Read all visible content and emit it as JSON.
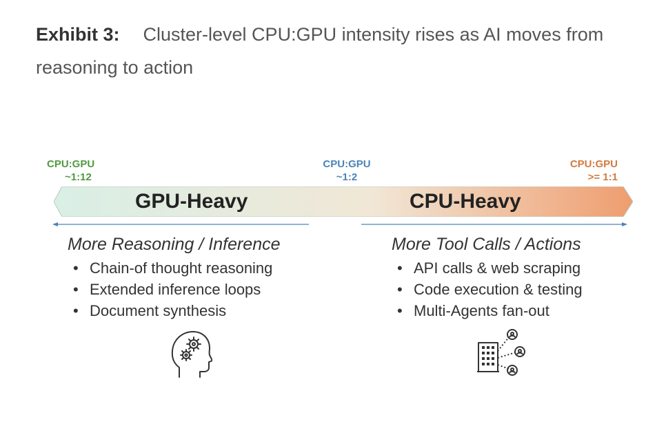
{
  "title": {
    "exhibit": "Exhibit 3:",
    "text": "Cluster-level CPU:GPU intensity rises as AI moves from reasoning to action"
  },
  "ratios": {
    "left": {
      "label": "CPU:GPU",
      "value": "~1:12",
      "color": "#4f9a3f"
    },
    "middle": {
      "label": "CPU:GPU",
      "value": "~1:2",
      "color": "#4a84b8"
    },
    "right": {
      "label": "CPU:GPU",
      "value": ">= 1:1",
      "color": "#d07a3e"
    }
  },
  "band": {
    "left_label": "GPU-Heavy",
    "right_label": "CPU-Heavy",
    "colors": {
      "start": "#d9efe6",
      "middle": "#f1e7d6",
      "end": "#ef9d6f"
    }
  },
  "columns": {
    "left": {
      "heading": "More Reasoning / Inference",
      "items": [
        "Chain-of thought reasoning",
        "Extended inference loops",
        "Document synthesis"
      ],
      "icon": "head-gears-icon"
    },
    "right": {
      "heading": "More Tool Calls / Actions",
      "items": [
        "API calls & web scraping",
        "Code execution & testing",
        "Multi-Agents fan-out"
      ],
      "icon": "building-network-icon"
    }
  }
}
